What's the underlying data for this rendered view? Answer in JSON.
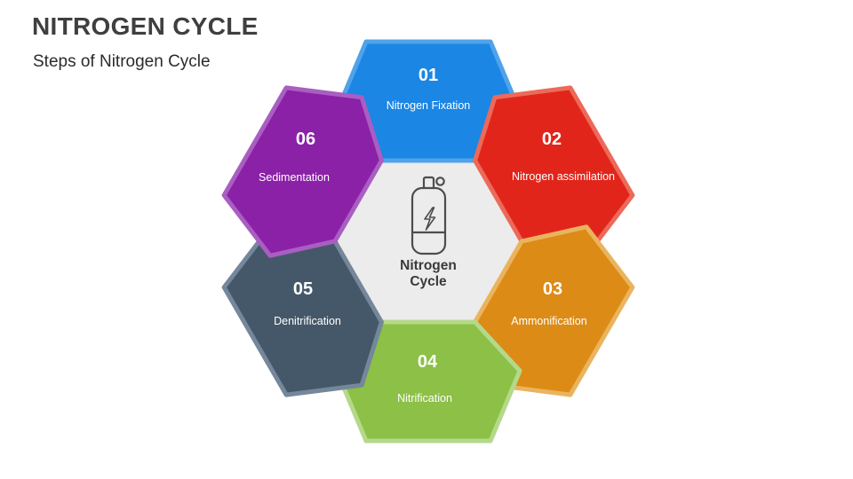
{
  "header": {
    "title": "NITROGEN CYCLE",
    "subtitle": "Steps of Nitrogen Cycle",
    "title_color": "#3f3f3f",
    "subtitle_color": "#2b2b2b"
  },
  "center": {
    "title": "Nitrogen Cycle",
    "fill": "#ececec",
    "stroke": "#e3e3e3",
    "icon": "nitrogen-gas-cylinder-icon",
    "icon_color": "#4d4d4d",
    "text_color": "#3a3a3a"
  },
  "steps": [
    {
      "number": "01",
      "label": "Nitrogen Fixation",
      "fill": "#1b86e3",
      "stroke": "#4fa3ea"
    },
    {
      "number": "02",
      "label": "Nitrogen assimilation",
      "fill": "#e2251b",
      "stroke": "#ec6a59"
    },
    {
      "number": "03",
      "label": "Ammonification",
      "fill": "#dc8b16",
      "stroke": "#eab45f"
    },
    {
      "number": "04",
      "label": "Nitrification",
      "fill": "#8cc046",
      "stroke": "#b4d98a"
    },
    {
      "number": "05",
      "label": "Denitrification",
      "fill": "#45586a",
      "stroke": "#75879a"
    },
    {
      "number": "06",
      "label": "Sedimentation",
      "fill": "#8a21a6",
      "stroke": "#a95ec2"
    }
  ],
  "step_text_color": "#ffffff"
}
